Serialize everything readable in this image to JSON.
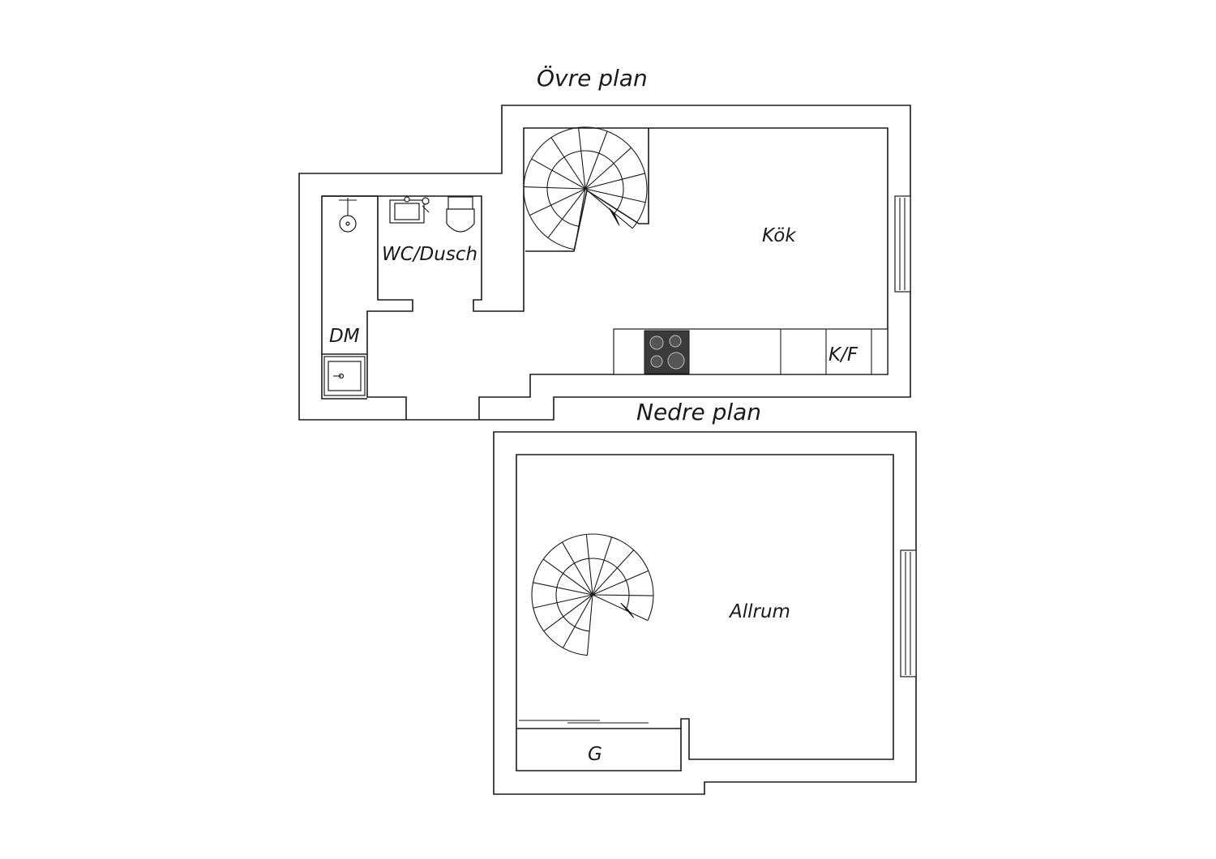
{
  "floors": {
    "upper": {
      "title": "Övre plan",
      "rooms": {
        "bathroom": "WC/Dusch",
        "laundry": "DM",
        "kitchen": "Kök",
        "fridge": "K/F"
      }
    },
    "lower": {
      "title": "Nedre plan",
      "rooms": {
        "living": "Allrum",
        "storage": "G"
      }
    }
  },
  "stairs": [
    {
      "floor": "upper",
      "steps": 11
    },
    {
      "floor": "lower",
      "steps": 12
    }
  ]
}
